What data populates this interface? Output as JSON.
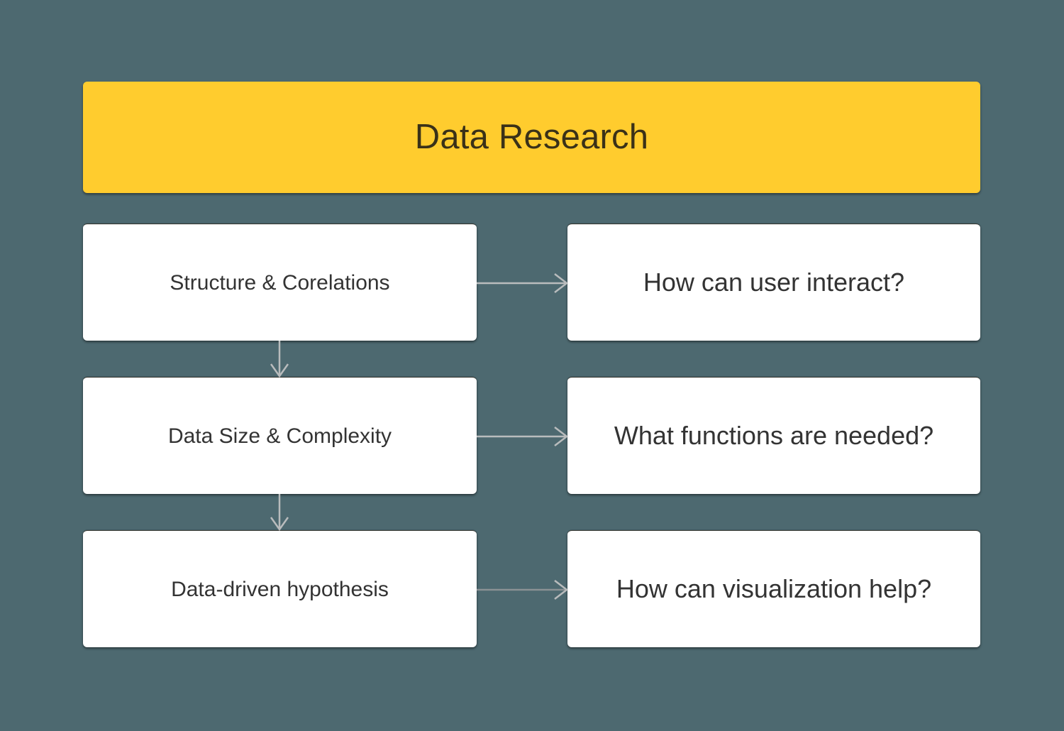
{
  "diagram": {
    "title": "Data Research",
    "background_color": "#4d6970",
    "header_color": "#ffcc2e",
    "node_color": "#ffffff",
    "arrow_color": "#b9bcbd",
    "left_column": [
      {
        "id": "structure-corelations",
        "label": "Structure & Corelations"
      },
      {
        "id": "data-size-complexity",
        "label": "Data Size & Complexity"
      },
      {
        "id": "data-driven-hypothesis",
        "label": "Data-driven hypothesis"
      }
    ],
    "right_column": [
      {
        "id": "how-can-user-interact",
        "label": "How can user interact?"
      },
      {
        "id": "what-functions-are-needed",
        "label": "What functions are needed?"
      },
      {
        "id": "how-can-visualization-help",
        "label": "How can visualization help?"
      }
    ],
    "connections": [
      {
        "from": "structure-corelations",
        "to": "how-can-user-interact",
        "direction": "right"
      },
      {
        "from": "structure-corelations",
        "to": "data-size-complexity",
        "direction": "down"
      },
      {
        "from": "data-size-complexity",
        "to": "what-functions-are-needed",
        "direction": "right"
      },
      {
        "from": "data-size-complexity",
        "to": "data-driven-hypothesis",
        "direction": "down"
      },
      {
        "from": "data-driven-hypothesis",
        "to": "how-can-visualization-help",
        "direction": "right"
      }
    ]
  }
}
